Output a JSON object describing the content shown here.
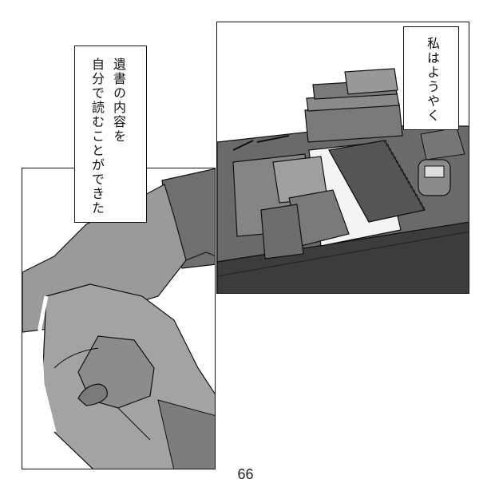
{
  "captions": {
    "left": {
      "line1": "遺書の内容を",
      "line2": "自分で読むことができた"
    },
    "right": {
      "line1": "私はようやく"
    }
  },
  "page_number": "66"
}
